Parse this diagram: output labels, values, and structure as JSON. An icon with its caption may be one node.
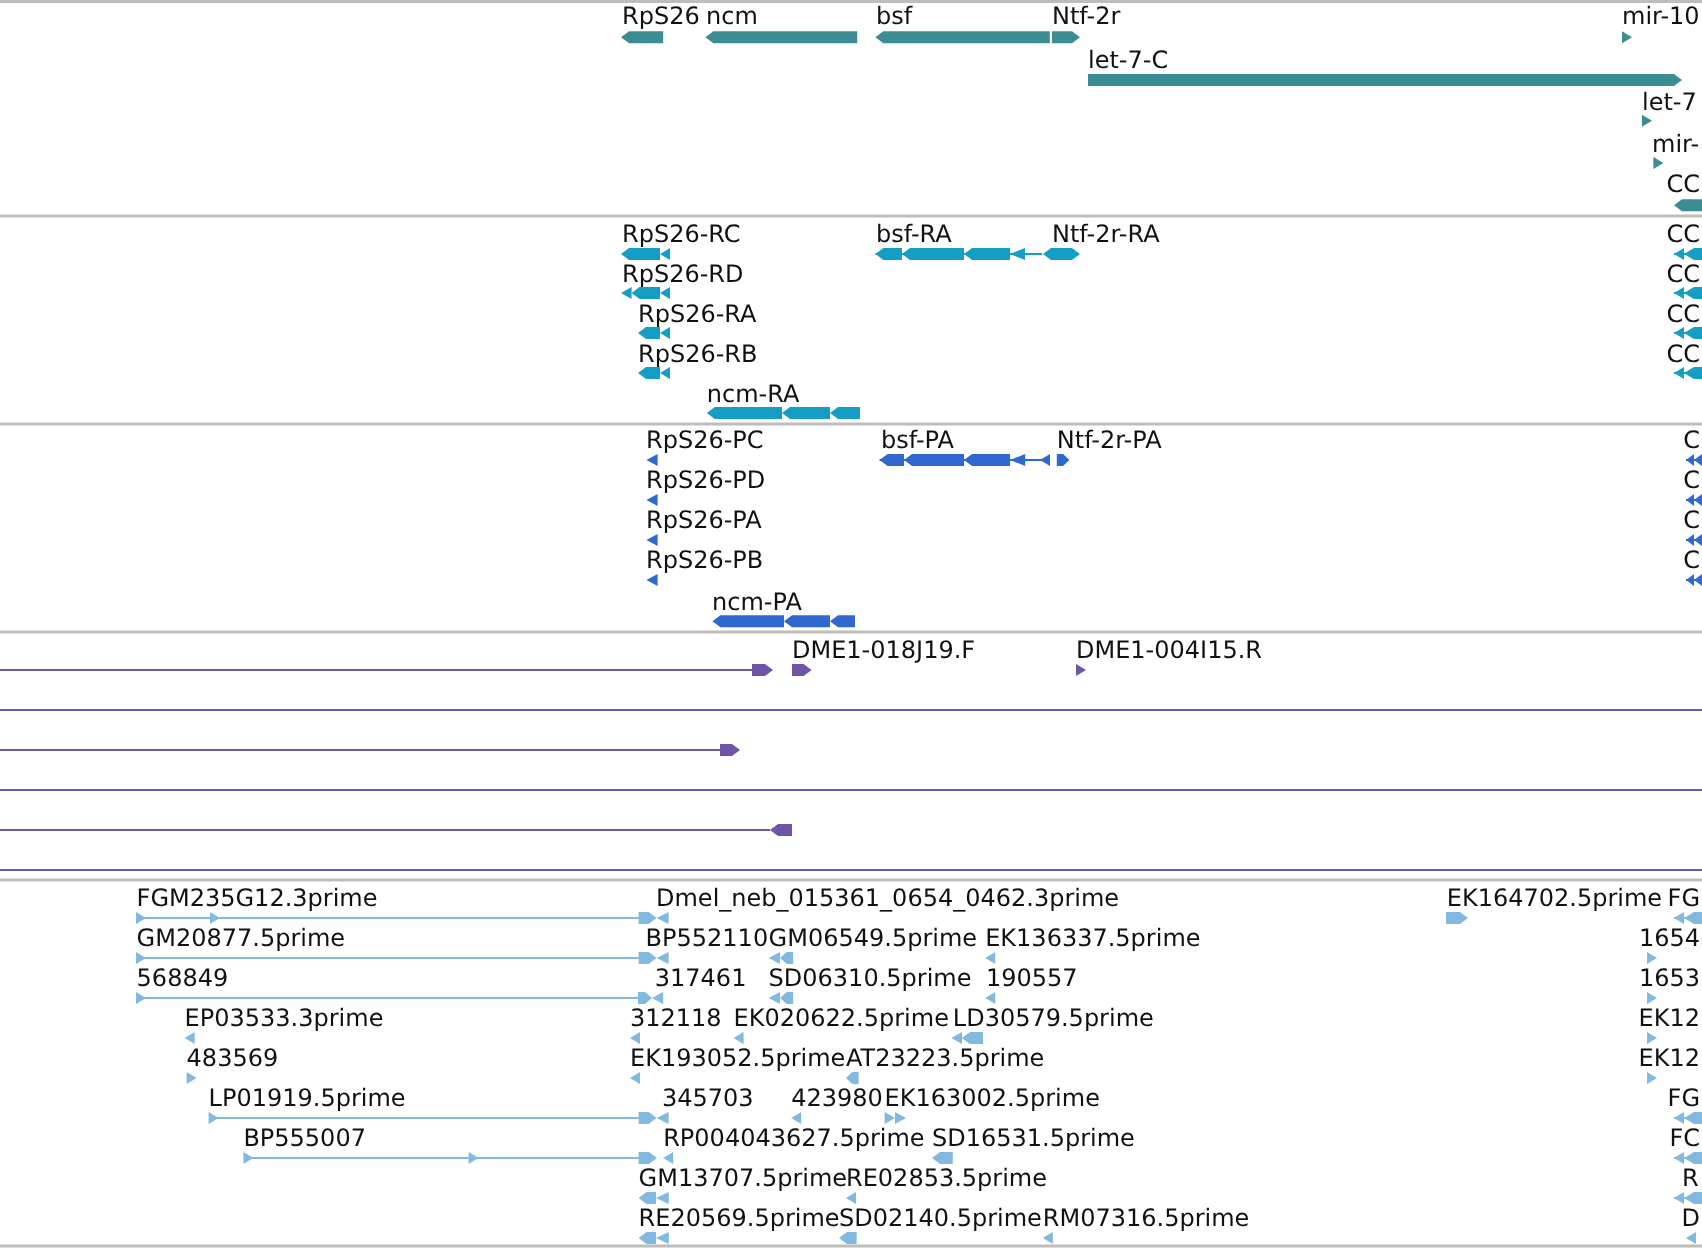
{
  "diagram": {
    "labels": [
      "RpS26",
      "ncm",
      "bsf",
      "Ntf-2r",
      "mir-10",
      "let-7-C",
      "let-7",
      "mir-",
      "CC",
      "RpS26-RC",
      "bsf-RA",
      "Ntf-2r-RA",
      "CC",
      "RpS26-RD",
      "CC",
      "RpS26-RA",
      "CC",
      "RpS26-RB",
      "CC",
      "ncm-RA",
      "RpS26-PC",
      "bsf-PA",
      "Ntf-2r-PA",
      "C",
      "RpS26-PD",
      "C",
      "RpS26-PA",
      "C",
      "RpS26-PB",
      "C",
      "ncm-PA",
      "DME1-018J19.F",
      "DME1-004I15.R",
      "FGM235G12.3prime",
      "Dmel_neb_015361_0654_0462.3prime",
      "EK164702.5prime",
      "FG",
      "GM20877.5prime",
      "BP552110",
      "GM06549.5prime",
      "EK136337.5prime",
      "1654",
      "568849",
      "317461",
      "SD06310.5prime",
      "190557",
      "1653",
      "EP03533.3prime",
      "312118",
      "EK020622.5prime",
      "LD30579.5prime",
      "EK12",
      "483569",
      "EK193052.5prime",
      "AT23223.5prime",
      "EK12",
      "LP01919.5prime",
      "345703",
      "423980",
      "EK163002.5prime",
      "FG",
      "BP555007",
      "RP004043627.5prime",
      "SD16531.5prime",
      "FC",
      "GM13707.5prime",
      "RE02853.5prime",
      "R",
      "RE20569.5prime",
      "SD02140.5prime",
      "RM07316.5prime",
      "D"
    ]
  }
}
